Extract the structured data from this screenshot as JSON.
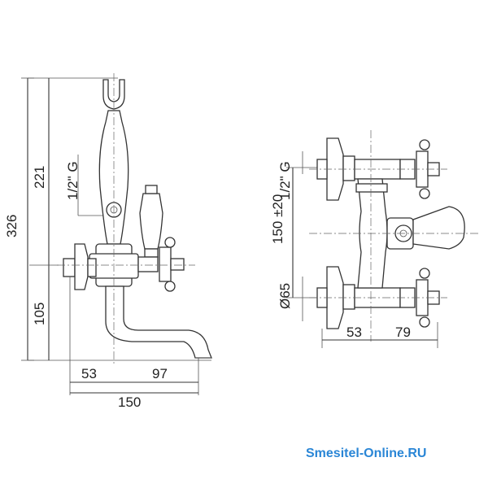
{
  "left_view": {
    "dim_height_total": "326",
    "dim_height_upper": "221",
    "dim_thread": "1/2\" G",
    "dim_height_lower": "105",
    "dim_spout_left": "53",
    "dim_spout_right": "97",
    "dim_total_width": "150"
  },
  "right_view": {
    "dim_thread": "1/2\" G",
    "dim_center_distance": "150 ±20",
    "dim_diameter": "Ø65",
    "dim_left": "53",
    "dim_right": "79"
  },
  "watermark": "Smesitel-Online.RU",
  "colors": {
    "lines": "#333333",
    "text": "#222222",
    "watermark": "#2a86d6"
  }
}
